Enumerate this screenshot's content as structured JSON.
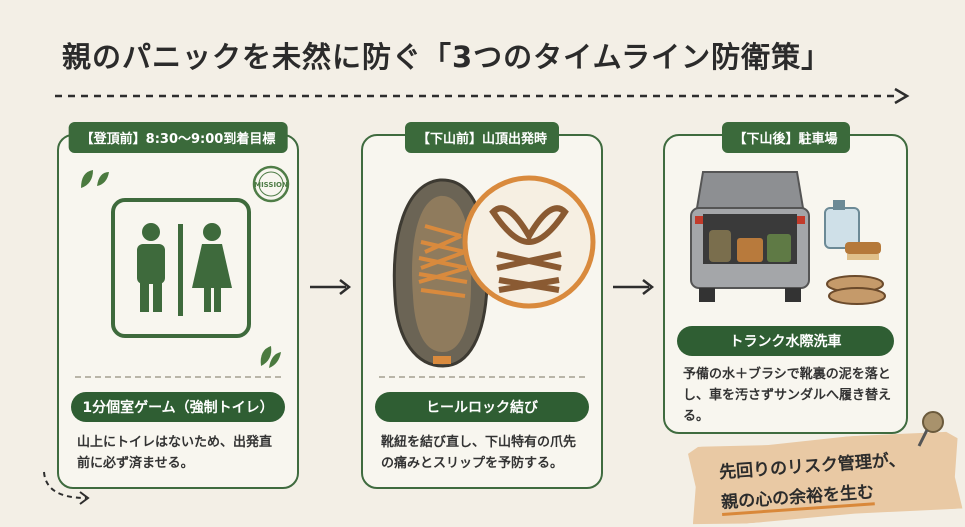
{
  "title": "親のパニックを未然に防ぐ「3つのタイムライン防衛策」",
  "stamp": "MISSION",
  "cards": [
    {
      "tag": "【登頂前】8:30〜9:00到着目標",
      "action": "1分個室ゲーム（強制トイレ）",
      "description": "山上にトイレはないため、出発直前に必ず済ませる。"
    },
    {
      "tag": "【下山前】山頂出発時",
      "action": "ヒールロック結び",
      "description": "靴紐を結び直し、下山特有の爪先の痛みとスリップを予防する。"
    },
    {
      "tag": "【下山後】駐車場",
      "action": "トランク水際洗車",
      "description": "予備の水＋ブラシで靴裏の泥を落とし、車を汚さずサンダルへ履き替える。"
    }
  ],
  "note": {
    "line1": "先回りのリスク管理が、",
    "line2": "親の心の余裕を生む"
  },
  "colors": {
    "green": "#3b6a3b",
    "dark_green": "#2f5e33",
    "paper": "#f3efe6",
    "accent": "#d9883a"
  }
}
